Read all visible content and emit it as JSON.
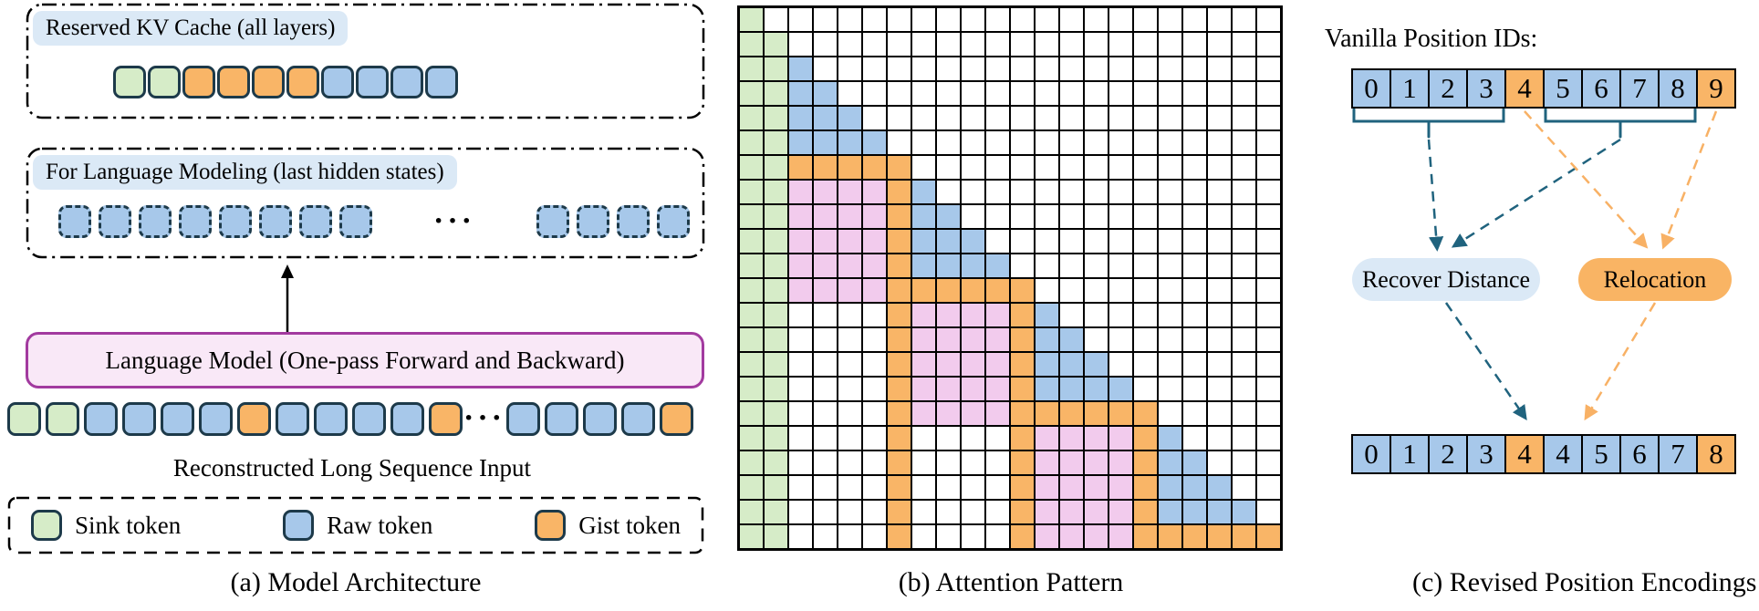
{
  "captions": {
    "a": "(a) Model Architecture",
    "b": "(b) Attention Pattern",
    "c": "(c) Revised Position Encodings"
  },
  "colors": {
    "sink": "#d6ecc8",
    "raw": "#a7c8ea",
    "gist": "#f9b567",
    "prev_segment": "#f2cbed",
    "token_border": "#1d3a4a",
    "chip_bg": "#dbe9f6",
    "model_box_bg": "#f9e8f7",
    "model_box_border": "#a23a9f",
    "teal_arrow": "#20637e",
    "orange_arrow": "#f8b165"
  },
  "panel_a": {
    "ellipsis": "···",
    "kv_box": {
      "label": "Reserved KV Cache (all layers)",
      "tokens": [
        "sink",
        "sink",
        "gist",
        "gist",
        "gist",
        "gist",
        "raw",
        "raw",
        "raw",
        "raw"
      ]
    },
    "lm_box": {
      "label": "For Language Modeling (last hidden states)",
      "tokens_before": 8,
      "tokens_after": 4
    },
    "model_box": {
      "label": "Language Model (One-pass Forward and Backward)"
    },
    "input_row": {
      "tokens_before": [
        "sink",
        "sink",
        "raw",
        "raw",
        "raw",
        "raw",
        "gist",
        "raw",
        "raw",
        "raw",
        "raw",
        "gist"
      ],
      "tokens_after": [
        "raw",
        "raw",
        "raw",
        "raw",
        "gist"
      ]
    },
    "input_label": "Reconstructed Long Sequence Input",
    "legend": [
      {
        "type": "sink",
        "label": "Sink token"
      },
      {
        "type": "raw",
        "label": "Raw token"
      },
      {
        "type": "gist",
        "label": "Gist token"
      }
    ]
  },
  "chart_data": {
    "type": "heatmap",
    "title": "Attention Pattern",
    "rows": 22,
    "cols": 22,
    "palette": {
      "G": "#d6ecc8",
      "B": "#a7c8ea",
      "O": "#f9b567",
      "P": "#f2cbed",
      ".": "#ffffff"
    },
    "palette_meaning": {
      "G": "sink token",
      "B": "raw token (current segment, causal)",
      "O": "gist token",
      "P": "raw token (previous segment)",
      ".": "masked"
    },
    "matrix": [
      "G.....................",
      "GG....................",
      "GGB...................",
      "GGBB..................",
      "GGBBB.................",
      "GGBBBB................",
      "GGOOOOO...............",
      "GGPPPPOB..............",
      "GGPPPPOBB.............",
      "GGPPPPOBBB............",
      "GGPPPPOBBBB...........",
      "GGPPPPOOOOOO..........",
      "GG....OPPPPOB.........",
      "GG....OPPPPOBB........",
      "GG....OPPPPOBBB.......",
      "GG....OPPPPOBBBB......",
      "GG....OPPPPOOOOOO.....",
      "GG....O....OPPPPOB....",
      "GG....O....OPPPPOBB...",
      "GG....O....OPPPPOBBB..",
      "GG....O....OPPPPOBBBB.",
      "GG....O....OPPPPOOOOOO"
    ]
  },
  "panel_c": {
    "title": "Vanilla Position IDs:",
    "recover_pill": "Recover Distance",
    "relocation_pill": "Relocation",
    "top_row": [
      {
        "v": "0",
        "t": "raw"
      },
      {
        "v": "1",
        "t": "raw"
      },
      {
        "v": "2",
        "t": "raw"
      },
      {
        "v": "3",
        "t": "raw"
      },
      {
        "v": "4",
        "t": "gist"
      },
      {
        "v": "5",
        "t": "raw"
      },
      {
        "v": "6",
        "t": "raw"
      },
      {
        "v": "7",
        "t": "raw"
      },
      {
        "v": "8",
        "t": "raw"
      },
      {
        "v": "9",
        "t": "gist"
      }
    ],
    "bottom_row": [
      {
        "v": "0",
        "t": "raw"
      },
      {
        "v": "1",
        "t": "raw"
      },
      {
        "v": "2",
        "t": "raw"
      },
      {
        "v": "3",
        "t": "raw"
      },
      {
        "v": "4",
        "t": "gist"
      },
      {
        "v": "4",
        "t": "raw"
      },
      {
        "v": "5",
        "t": "raw"
      },
      {
        "v": "6",
        "t": "raw"
      },
      {
        "v": "7",
        "t": "raw"
      },
      {
        "v": "8",
        "t": "gist"
      }
    ]
  }
}
